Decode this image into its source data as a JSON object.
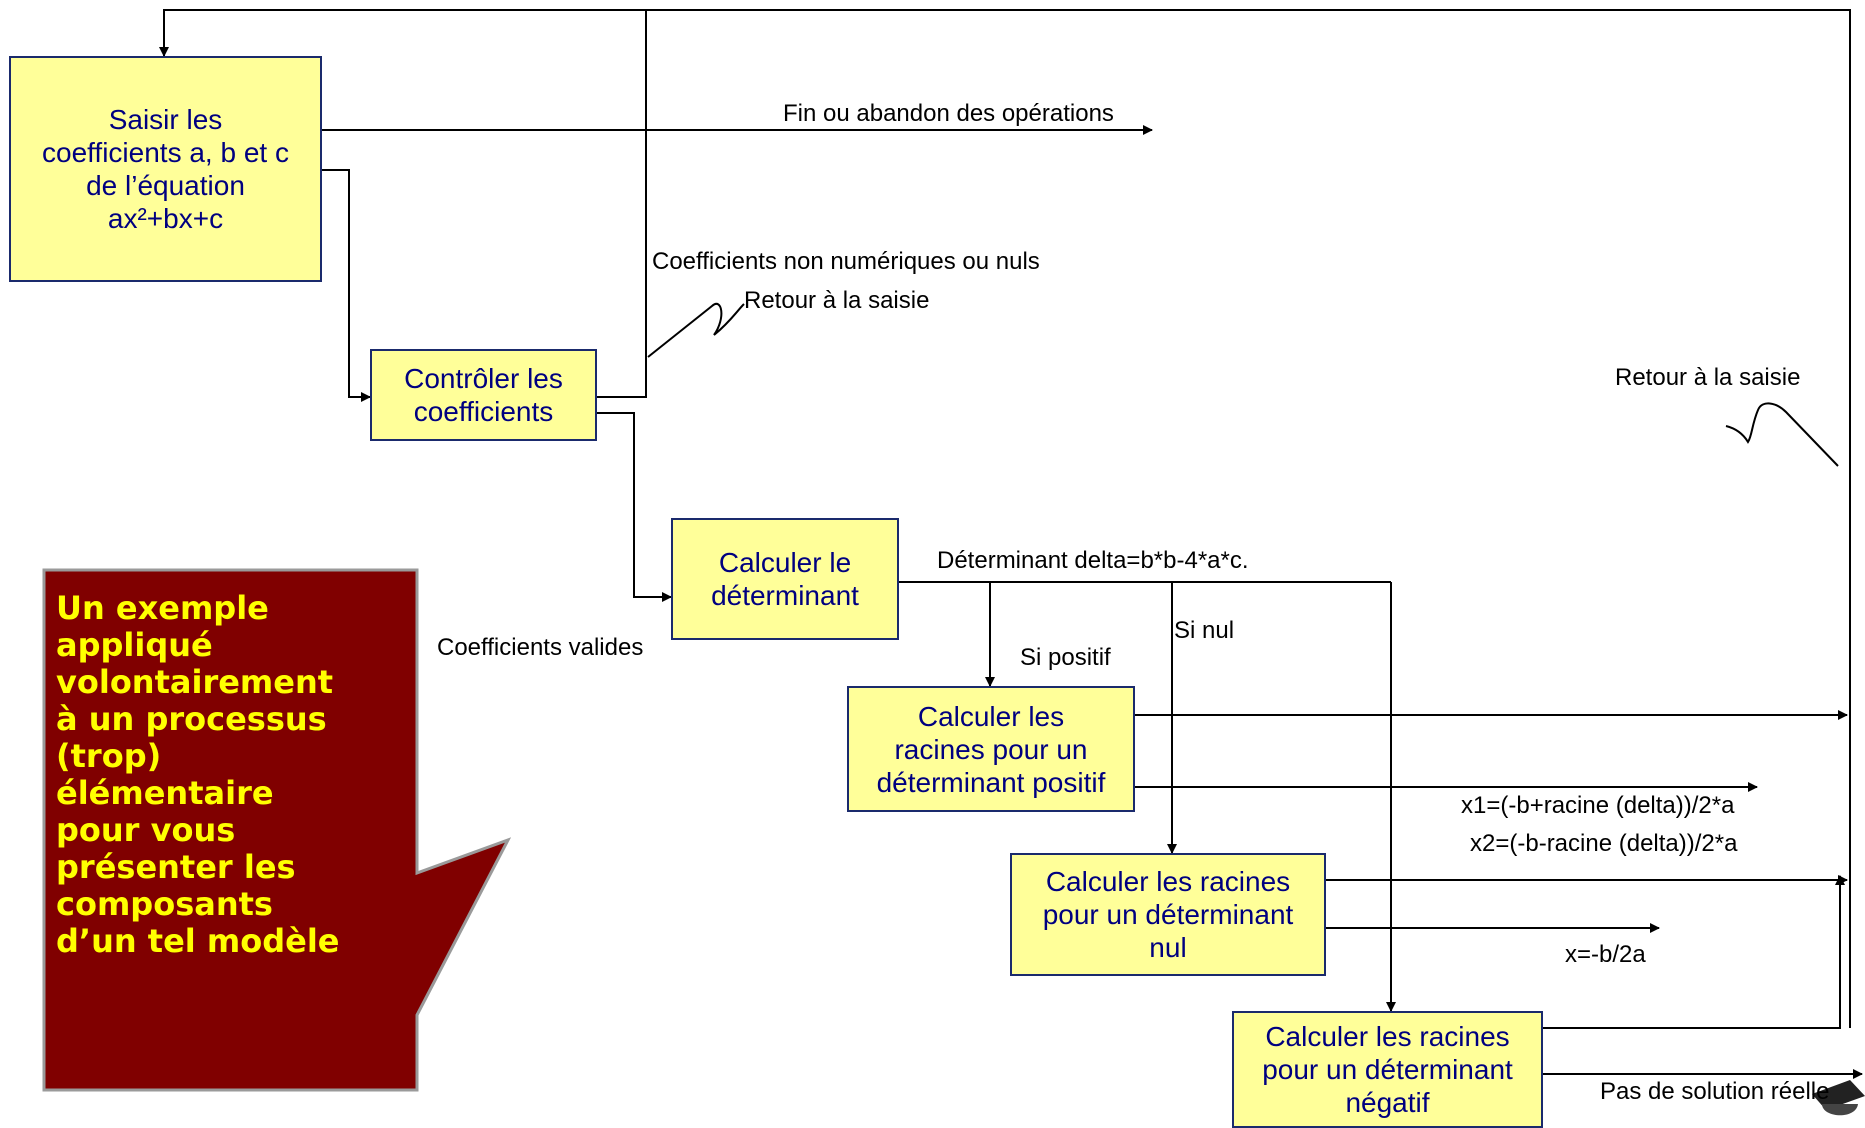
{
  "colors": {
    "box_fill": "#ffff99",
    "box_border": "#1a2a6c",
    "box_text": "#000080",
    "callout_fill": "#800000",
    "callout_text": "#ffff00",
    "lines": "#000000"
  },
  "boxes": {
    "saisir": "Saisir les\ncoefficients a, b et c\nde l’équation\nax²+bx+c",
    "controler": "Contrôler les\ncoefficients",
    "determinant": "Calculer le\ndéterminant",
    "positif": "Calculer les\nracines pour un\ndéterminant positif",
    "nul": "Calculer les racines\npour un déterminant\nnul",
    "negatif": "Calculer les racines\npour un déterminant\nnégatif"
  },
  "labels": {
    "fin": "Fin ou abandon des opérations",
    "non_numeriques": "Coefficients non numériques ou nuls",
    "retour_1": "Retour à la saisie",
    "retour_2": "Retour à la saisie",
    "valides": "Coefficients valides",
    "delta": "Déterminant delta=b*b-4*a*c.",
    "si_positif": "Si positif",
    "si_nul": "Si nul",
    "x1": "x1=(-b+racine (delta))/2*a",
    "x2": "x2=(-b-racine (delta))/2*a",
    "x0": "x=-b/2a",
    "pas_solution": "Pas de solution réelle"
  },
  "callout": {
    "text": "Un exemple\nappliqué\nvolontairement\nà un processus\n(trop)\nélémentaire\npour vous\nprésenter les\ncomposants\nd’un tel modèle"
  }
}
